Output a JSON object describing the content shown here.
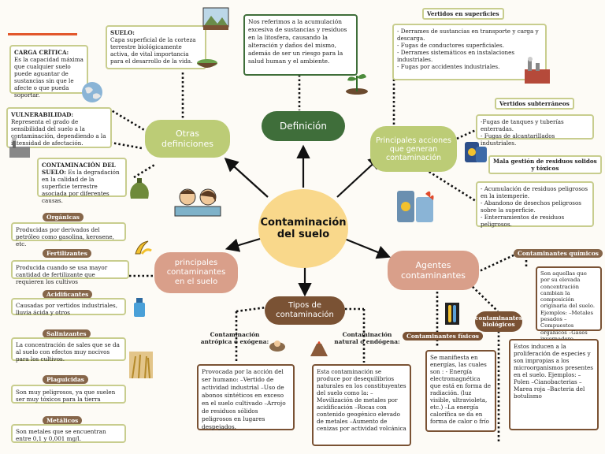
{
  "center": {
    "title_line1": "Contaminación",
    "title_line2": "del suelo"
  },
  "nodes": {
    "definicion": "Definición",
    "otras_line1": "Otras",
    "otras_line2": "definiciones",
    "principales_acc_line1": "Principales acciones",
    "principales_acc_line2": "que generan",
    "principales_acc_line3": "contaminación",
    "agentes_line1": "Agentes",
    "agentes_line2": "contaminantes",
    "tipos_line1": "Tipos de",
    "tipos_line2": "contaminación",
    "principales_cont_line1": "principales",
    "principales_cont_line2": "contaminantes",
    "principales_cont_line3": "en el suelo"
  },
  "definicion_text": "Nos referimos a la acumulación excesiva de sustancias y residuos en la litosfera, causando la alteración y daños del mismo, además de ser un riesgo para la salud human y el ambiente.",
  "suelo": {
    "label": "SUELO:",
    "text": "Capa superficial de la corteza terrestre biológicamente activa, de vital importancia para el desarrollo de la vida."
  },
  "carga": {
    "label": "CARGA CRÍTICA:",
    "text": "Es la capacidad máxima que cualquier suelo puede aguantar de sustancias sin que le afecte o que pueda soportar."
  },
  "vulnerabilidad": {
    "label": "VULNERABILIDAD:",
    "text": "Representa el grado de sensibilidad del suelo a la contaminación, dependiendo a la intensidad de afectación."
  },
  "contaminacion_suelo": {
    "label1": "CONTAMINACIÓN DEL",
    "label2": "SUELO:",
    "text": "Es la degradación en la calidad de la superficie terrestre asociada por diferentes causas."
  },
  "vertidos_sup": {
    "title": "Vertidos en superficies",
    "items": [
      "- Derrames de sustancias en transporte y carga y descarga.",
      "- Fugas de conductores superficiales.",
      "- Derrames sistemáticos en instalaciones industriales.",
      "- Fugas por accidentes industriales."
    ]
  },
  "vertidos_sub": {
    "title": "Vertidos subterráneos",
    "items": [
      "-Fugas de tanques y tuberías enterradas.",
      "- Fugas de alcantarillados industriales."
    ]
  },
  "mala_gestion": {
    "title1": "Mala gestión de residuos solidos",
    "title2": "y tóxicos",
    "items": [
      "- Acumulación de residuos peligrosos en la intemperie.",
      "- Abandono de desechos peligrosos sobre la superficie.",
      "- Enterramientos de residuos peligrosos."
    ]
  },
  "quimicos": {
    "title": "Contaminantes químicos",
    "text": "Son aquellas que por su elevada concentración cambian la composición originaria del suelo. Ejemplos: –Metales pesados –Compuestos orgánicos –Gases invernadero"
  },
  "biologicos": {
    "title1": "contaminantes",
    "title2": "biológicos",
    "text": "Estos inducen a la proliferación de especies y son impropias a los microorganismos presentes en el suelo. Ejemplos: –Polen –Cianobacterias –Marea roja –Bacteria del botulismo"
  },
  "fisicos": {
    "title": "Contaminantes físicos",
    "text": "Se manifiesta en energías, las cuales son : - Energía electromagnética que está en forma de radiación. (luz visible, ultravioleta, etc.) –La energía calorífica se da en forma de calor o frío"
  },
  "antropica": {
    "label1": "Contaminación",
    "label2": "antrópica o exógena:",
    "text": "Provocada por la acción del ser humano: –Vertido de actividad industrial –Uso de abonos sintéticos en exceso en el suelo cultivado –Arrojo de residuos sólidos peligrosos en lugares despejados."
  },
  "natural": {
    "label1": "Contaminación",
    "label2": "natural o endógena:",
    "text": "Esta contaminación se produce por desequilibrios naturales en los constituyentes del suelo como la: –Movilización de metales por acidificación –Rocas con contenido geogénico elevado de metales –Aumento de cenizas por actividad volcánica"
  },
  "contaminantes": [
    {
      "title": "Orgánicas",
      "text": "Producidas por derivados del petróleo como gasolina, kerosene, etc."
    },
    {
      "title": "Fertilizantes",
      "text": "Producida cuando se usa mayor cantidad de fertilizante que requieren los cultivos"
    },
    {
      "title": "Acidificantes",
      "text": "Causadas por vertidos industriales, lluvia ácida y otros"
    },
    {
      "title": "Salinizantes",
      "text": "La concentración de sales que se da al suelo con efectos muy nocivos para los cultivos."
    },
    {
      "title": "Plaguicidas",
      "text": "Son muy peligrosos, ya que suelen ser muy tóxicos para la tierra"
    },
    {
      "title": "Metálicos",
      "text": "Son metales que se encuentran entre 0,1 y 0,001 mg/l."
    }
  ],
  "colors": {
    "lime": "#bccc76",
    "pink": "#d99f8a",
    "brown": "#7a5234",
    "green": "#3f6e3a",
    "center": "#f9d88b",
    "accent": "#e2572c"
  }
}
